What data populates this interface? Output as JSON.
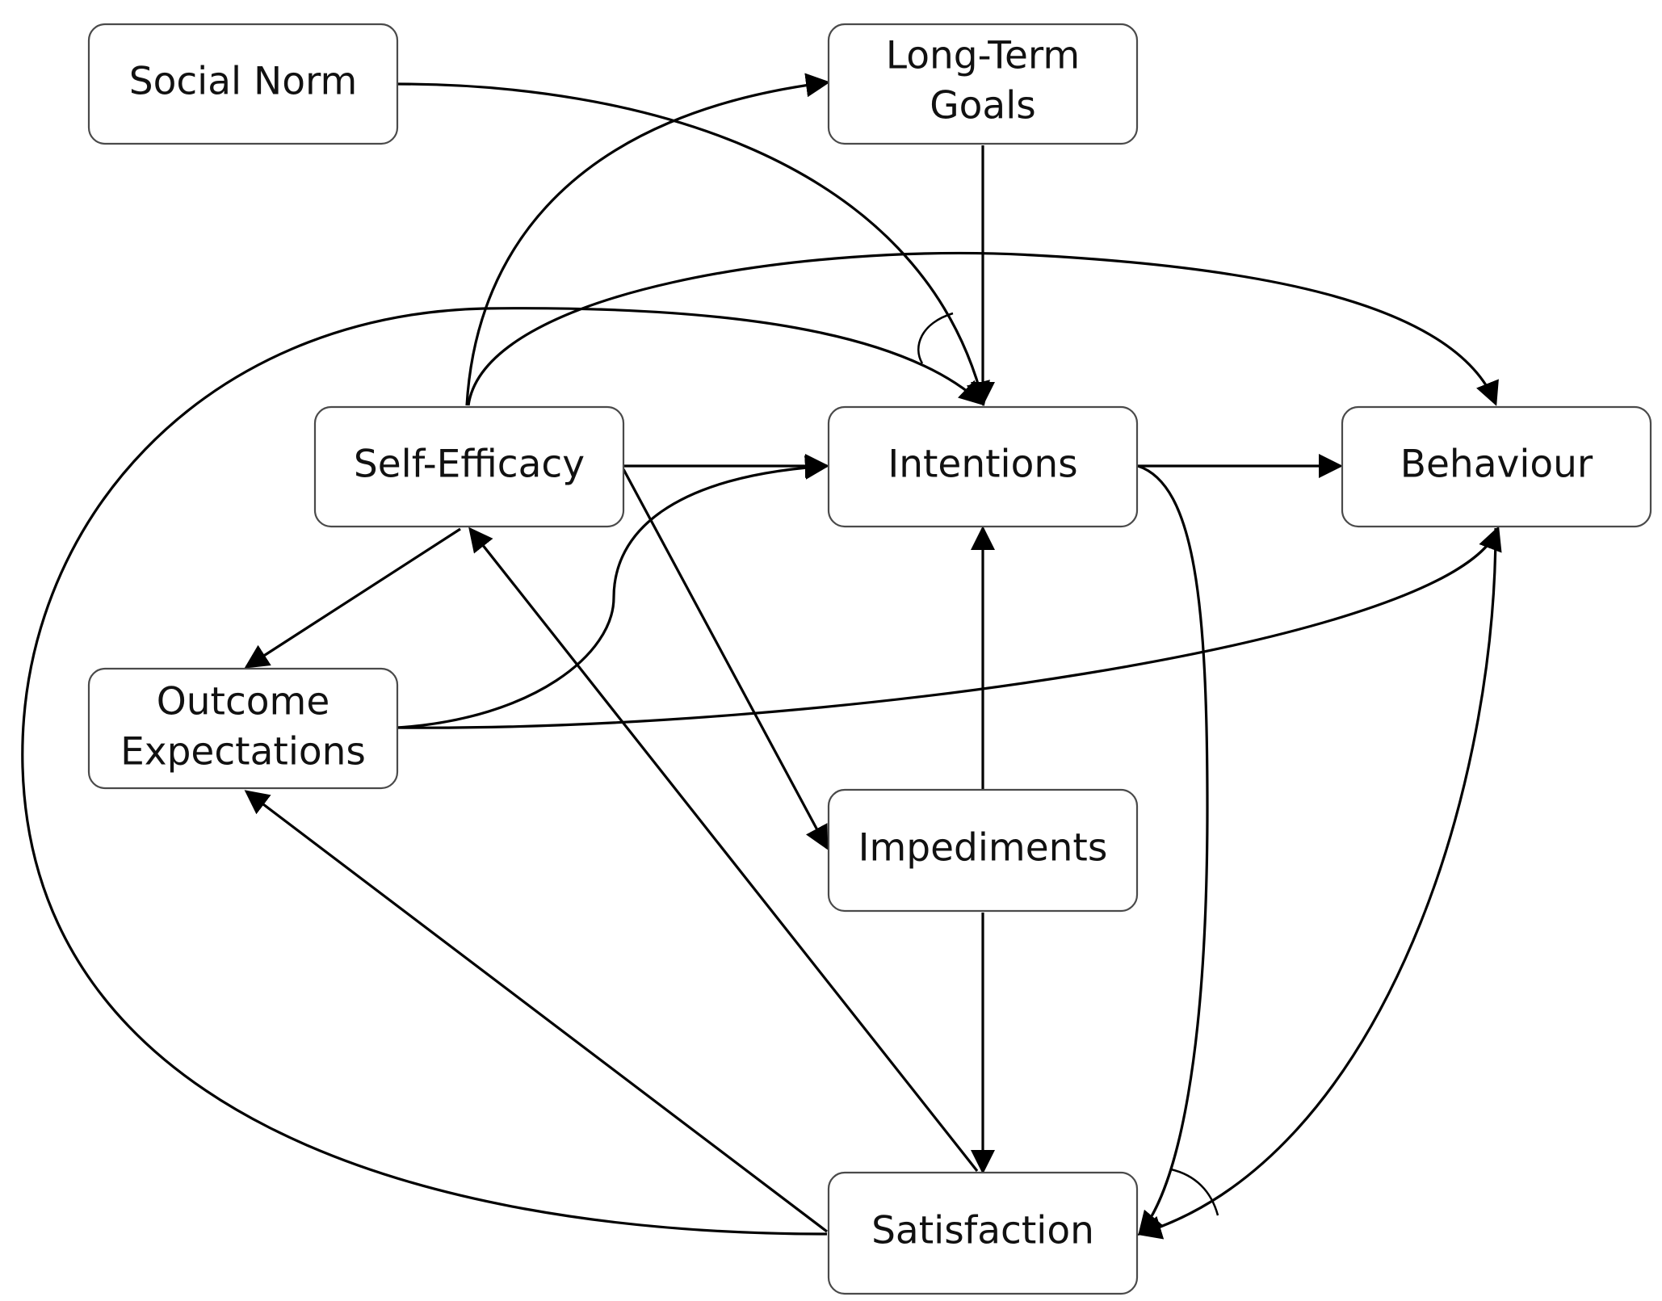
{
  "nodes": {
    "social_norm": "Social Norm",
    "long_term_goals_line1": "Long-Term",
    "long_term_goals_line2": "Goals",
    "self_efficacy": "Self-Efficacy",
    "intentions": "Intentions",
    "behaviour": "Behaviour",
    "outcome_expectations_line1": "Outcome",
    "outcome_expectations_line2": "Expectations",
    "impediments": "Impediments",
    "satisfaction": "Satisfaction"
  },
  "colors": {
    "line": "#000000",
    "box_border": "#4a4a4a",
    "text": "#111111",
    "background": "#ffffff"
  }
}
